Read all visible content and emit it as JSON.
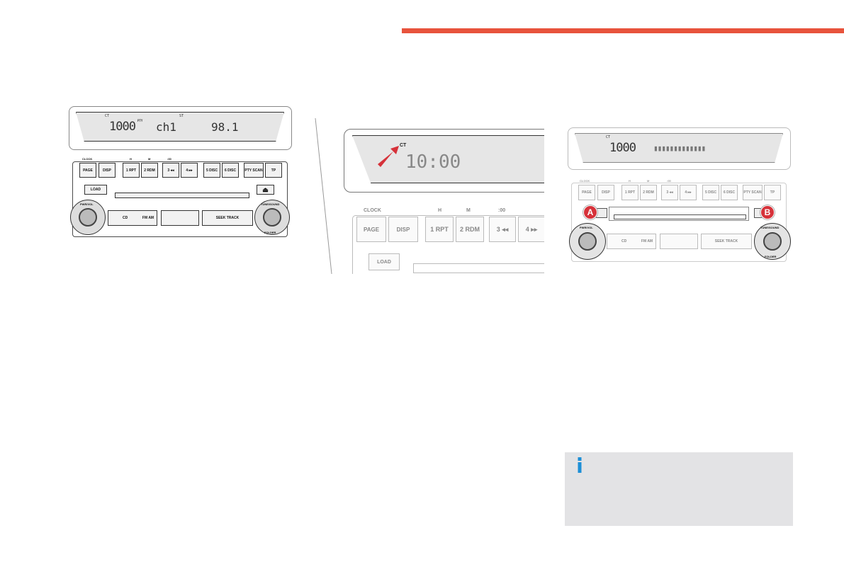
{
  "radio1": {
    "display": {
      "ct": "CT",
      "time": "1000",
      "pty": "PTY",
      "channel": "ch1",
      "st": "ST",
      "frequency": "98.1"
    },
    "labels": {
      "clock": "CLOCK",
      "h": "H",
      "m": "M",
      "zero": ":00"
    },
    "buttons": [
      "PAGE",
      "DISP",
      "1 RPT",
      "2 RDM",
      "3 ◂◂",
      "4 ▸▸",
      "5 DISC",
      "6 DISC",
      "PTY SCAN",
      "TP"
    ],
    "load": "LOAD",
    "eject": "⏏",
    "cd": "CD",
    "fm_am": "FM AM",
    "seek": "SEEK TRACK",
    "pwr_vol": "PWR/VOL",
    "tune_sound": "TUNE/SOUND",
    "folder": "FOLDER"
  },
  "radio2": {
    "ct": "CT",
    "time": "10:00",
    "labels": {
      "clock": "CLOCK",
      "h": "H",
      "m": "M",
      "zero": ":00"
    },
    "buttons": [
      "PAGE",
      "DISP",
      "1 RPT",
      "2 RDM",
      "3 ◂◂",
      "4 ▸▸"
    ],
    "load": "LOAD"
  },
  "radio3": {
    "ct": "CT",
    "time": "1000",
    "blocks": "▮▮▮▮▮▮▮▮▮▮▮▮▮",
    "labels": {
      "clock": "CLOCK",
      "h": "H",
      "m": "M",
      "zero": ":00"
    },
    "buttons": [
      "PAGE",
      "DISP",
      "1 RPT",
      "2 RDM",
      "3 ◂◂",
      "4 ▸▸",
      "5 DISC",
      "6 DISC",
      "PTY SCAN",
      "TP"
    ],
    "marker_a": "A",
    "marker_b": "B",
    "cd": "CD",
    "fm_am": "FM AM",
    "seek": "SEEK TRACK",
    "pwr_vol": "PWR/VOL",
    "tune_sound": "TUNE/SOUND",
    "folder": "FOLDER"
  },
  "info": {
    "icon": "i"
  },
  "colors": {
    "accent": "#e8533c",
    "info_icon": "#1d8fd6",
    "marker": "#d6323a"
  }
}
